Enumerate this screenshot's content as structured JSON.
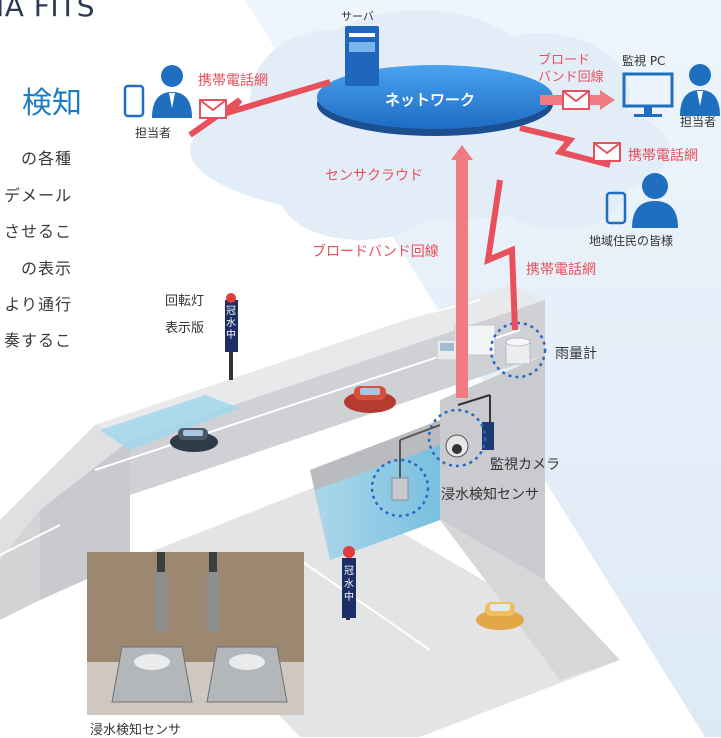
{
  "header": {
    "brand": "GAIA FITS",
    "reg_mark": "®",
    "section_title_fragment": "検知"
  },
  "side_text_fragments": [
    "の各種",
    "デメール",
    "させるこ",
    "の表示",
    "より通行",
    "奏するこ"
  ],
  "network": {
    "server_label": "サーバ",
    "network_label": "ネットワーク",
    "cloud_label": "センサクラウド"
  },
  "links": {
    "mobile_left": "携帯電話網",
    "broadband_top_line1": "ブロード",
    "broadband_top_line2": "バンド回線",
    "mobile_right": "携帯電話網",
    "broadband_center": "ブロードバンド回線",
    "mobile_center": "携帯電話網"
  },
  "people": {
    "operator_left": "担当者",
    "monitor_pc": "監視 PC",
    "operator_right": "担当者",
    "residents": "地域住民の皆様"
  },
  "devices": {
    "beacon_label": "回転灯",
    "board_label": "表示版",
    "board_text": "冠水中",
    "rain_gauge": "雨量計",
    "camera": "監視カメラ",
    "flood_sensor": "浸水検知センサ"
  },
  "photo": {
    "caption": "浸水検知センサ"
  },
  "colors": {
    "accent_red": "#e8505b",
    "person_blue": "#1f6fc0",
    "network_blue": "#2a7fd6",
    "cloud": "#e6eff9",
    "water": "#8fd0ec"
  }
}
